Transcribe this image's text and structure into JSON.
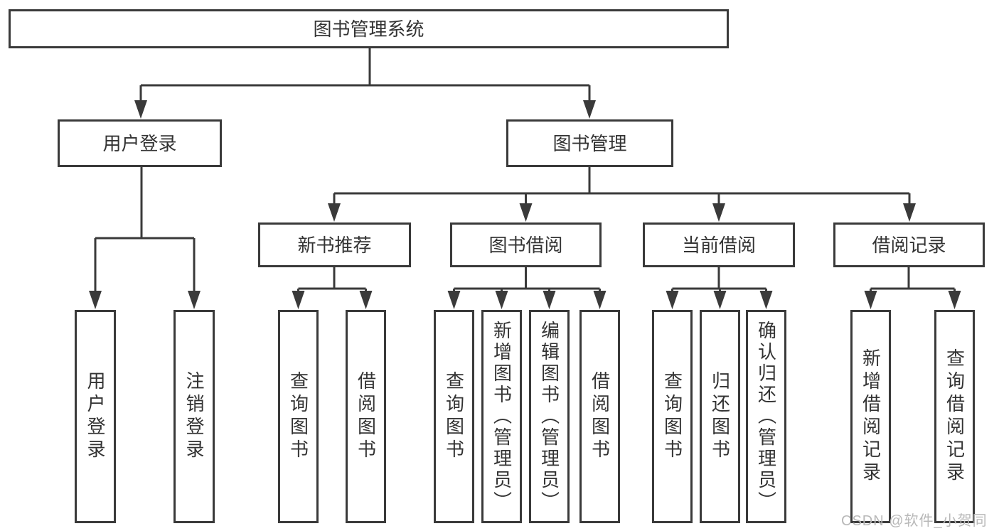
{
  "tree": {
    "label": "图书管理系统",
    "children": [
      {
        "label": "用户登录",
        "children": [
          {
            "label": "用户登录"
          },
          {
            "label": "注销登录"
          }
        ]
      },
      {
        "label": "图书管理",
        "children": [
          {
            "label": "新书推荐",
            "children": [
              {
                "label": "查询图书"
              },
              {
                "label": "借阅图书"
              }
            ]
          },
          {
            "label": "图书借阅",
            "children": [
              {
                "label": "查询图书"
              },
              {
                "label": "新增图书（管理员）"
              },
              {
                "label": "编辑图书（管理员）"
              },
              {
                "label": "借阅图书"
              }
            ]
          },
          {
            "label": "当前借阅",
            "children": [
              {
                "label": "查询图书"
              },
              {
                "label": "归还图书"
              },
              {
                "label": "确认归还（管理员）"
              }
            ]
          },
          {
            "label": "借阅记录",
            "children": [
              {
                "label": "新增借阅记录"
              },
              {
                "label": "查询借阅记录"
              }
            ]
          }
        ]
      }
    ]
  },
  "watermark": "CSDN @软件_小贺同学",
  "colors": {
    "line": "#3a3a3a",
    "text": "#333333",
    "background": "#ffffff",
    "watermark": "#b8b8b8"
  }
}
